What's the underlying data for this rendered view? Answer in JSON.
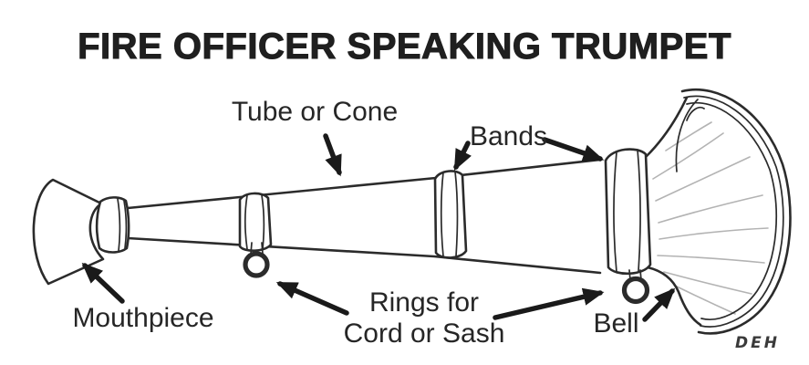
{
  "diagram": {
    "title": "FIRE OFFICER SPEAKING TRUMPET",
    "signature": "DEH",
    "labels": {
      "tube_or_cone": "Tube or Cone",
      "bands": "Bands",
      "mouthpiece": "Mouthpiece",
      "rings_line1": "Rings for",
      "rings_line2": "Cord or Sash",
      "bell": "Bell"
    },
    "colors": {
      "background": "#ffffff",
      "ink": "#2b2b2b",
      "arrow": "#1a1a1a",
      "text": "#1f1f1f",
      "shading": "#b3b3b3"
    }
  }
}
